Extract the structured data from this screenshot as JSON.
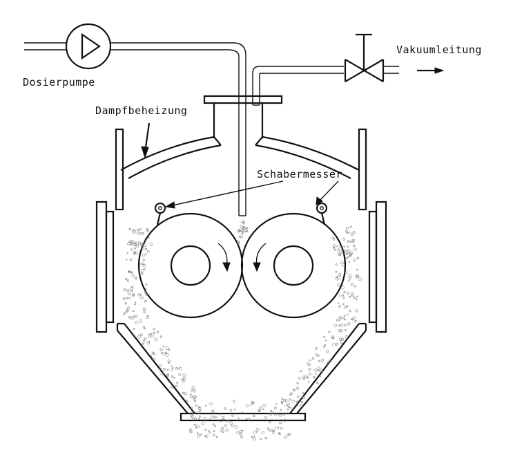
{
  "labels": {
    "dosing_pump": "Dosierpumpe",
    "vacuum_line": "Vakuumleitung",
    "steam_heating": "Dampfbeheizung",
    "scraper_knife": "Schabermesser"
  },
  "colors": {
    "line": "#111111",
    "particles": "#7a7a7a",
    "background": "#ffffff"
  }
}
